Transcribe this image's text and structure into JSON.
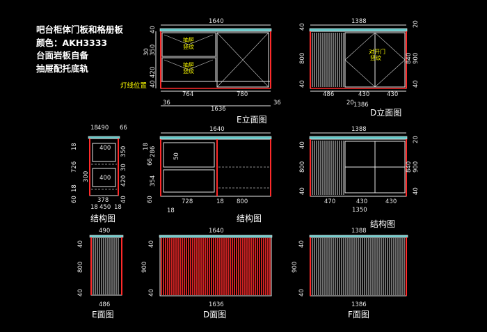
{
  "notes": {
    "line1": "吧台柜体门板和格册板",
    "line2": "颜色：AKH3333",
    "line3": "台面岩板自备",
    "line4": "抽屉配托底轨"
  },
  "colors": {
    "background": "#000000",
    "line": "#e8e8e8",
    "slat": "#ff2a2a",
    "top": "#5fc7c7",
    "annotation": "#ffff00"
  },
  "views": {
    "e_elev": {
      "title": "E立面图",
      "dim_total": "1640",
      "dim_bottom_total": "1636",
      "dim_left_cell": "764",
      "dim_right_cell": "780",
      "dim_side_left": "36",
      "dim_side_right": "36",
      "v_top": "40",
      "v_350": "350",
      "v_30": "30",
      "v_420": "420",
      "v_40": "40",
      "drawer_top": "抽屉",
      "drawer_top2": "竖纹",
      "drawer_bot": "抽屉",
      "drawer_bot2": "竖纹",
      "light_note": "灯线位置"
    },
    "d_elev": {
      "title": "D立面图",
      "dim_total": "1388",
      "dim_bottom_total": "1386",
      "dim_486": "486",
      "dim_20": "20",
      "dim_430a": "430",
      "dim_430b": "430",
      "v_40a": "40",
      "v_800": "800",
      "v_40b": "40",
      "v_20": "20",
      "v_840": "840",
      "v_900": "900",
      "v_40c": "40",
      "door1": "对开门",
      "door2": "竖纹"
    },
    "e_struct": {
      "title": "结构图",
      "dim_total": "490",
      "dim_18a": "18",
      "dim_66": "66",
      "dim_400a": "400",
      "dim_400b": "400",
      "dim_378": "378",
      "dim_18b": "18",
      "dim_450": "450",
      "dim_18c": "18",
      "v_18a": "18",
      "v_726": "726",
      "v_18b": "18",
      "v_60": "60",
      "v_350": "350",
      "v_30": "30",
      "v_420": "420",
      "v_40": "40",
      "v_300": "300"
    },
    "d_struct": {
      "title": "结构图",
      "dim_total": "1640",
      "dim_728": "728",
      "dim_18": "18",
      "dim_800": "800",
      "v_286": "286",
      "v_66": "66",
      "v_354": "354",
      "v_60": "60",
      "v_18a": "18",
      "v_18b": "18",
      "v_50": "50"
    },
    "f_struct": {
      "title": "结构图",
      "dim_total": "1388",
      "dim_470": "470",
      "dim_430a": "430",
      "dim_430b": "430",
      "dim_1350": "1350",
      "v_40a": "40",
      "v_800": "800",
      "v_40b": "40",
      "v_20": "20",
      "v_840": "840",
      "v_900": "900",
      "v_40c": "40"
    },
    "e_face": {
      "title": "E面图",
      "dim_top": "490",
      "dim_bottom": "486",
      "v_40a": "40",
      "v_800": "800",
      "v_40b": "40"
    },
    "d_face": {
      "title": "D面图",
      "dim_top": "1640",
      "dim_bottom": "1636",
      "v_40a": "40",
      "v_900": "900",
      "v_40b": "40"
    },
    "f_face": {
      "title": "F面图",
      "dim_top": "1388",
      "dim_bottom": "1386",
      "v_40a": "40",
      "v_900": "900",
      "v_40b": "40"
    }
  }
}
